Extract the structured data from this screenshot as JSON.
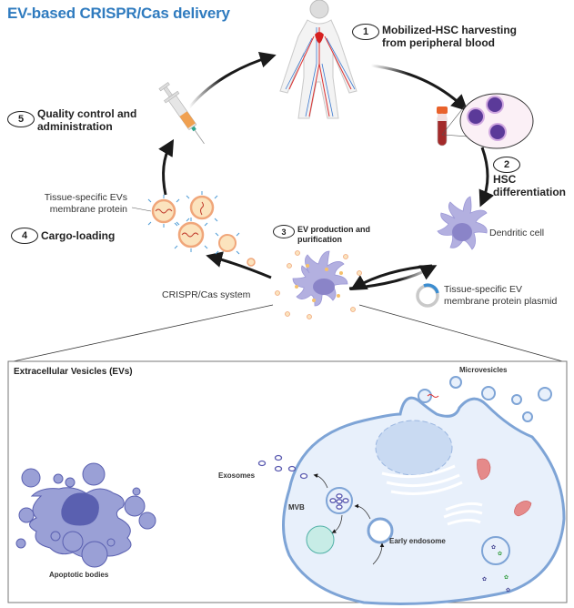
{
  "title": "EV-based CRISPR/Cas delivery",
  "steps": [
    {
      "number": "1",
      "label_line1": "Mobilized-HSC harvesting",
      "label_line2": "from peripheral blood"
    },
    {
      "number": "2",
      "label_line1": "HSC",
      "label_line2": "differentiation"
    },
    {
      "number": "3",
      "label_line1": "EV production and",
      "label_line2": "purification"
    },
    {
      "number": "4",
      "label_line1": "Cargo-loading",
      "label_line2": ""
    },
    {
      "number": "5",
      "label_line1": "Quality control and",
      "label_line2": "administration"
    }
  ],
  "labels": {
    "dendritic_cell": "Dendritic cell",
    "plasmid_line1": "Tissue-specific EV",
    "plasmid_line2": "membrane protein plasmid",
    "crispr": "CRISPR/Cas system",
    "ev_protein_line1": "Tissue-specific EVs",
    "ev_protein_line2": "membrane protein"
  },
  "inset": {
    "title": "Extracellular Vesicles (EVs)",
    "microvesicles": "Microvesicles",
    "exosomes": "Exosomes",
    "mvb": "MVB",
    "early_endosome": "Early endosome",
    "apoptotic_bodies": "Apoptotic bodies"
  },
  "colors": {
    "title": "#2f7bbf",
    "cell_purple": "#b3b0e0",
    "nucleus_purple": "#8a84c8",
    "ev_orange": "#f0a67a",
    "ev_fill": "#fbe3bd",
    "protein_blue": "#4d9bd6",
    "membrane_blue": "#7ea4d6",
    "cytoplasm": "#e8f0fb",
    "apoptotic": "#9aa0d6",
    "apoptotic_nucleus": "#5a60b0",
    "blood_red": "#a32a2a",
    "cap_orange": "#e9622b"
  }
}
